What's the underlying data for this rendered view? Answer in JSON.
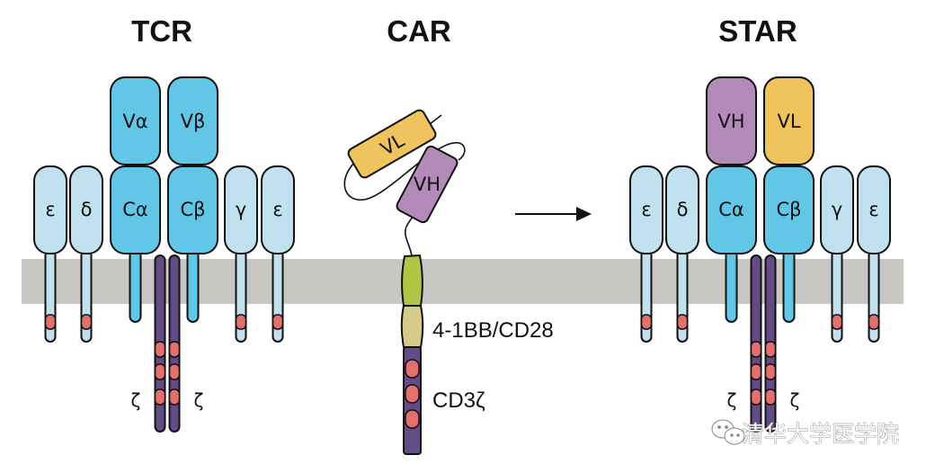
{
  "panels": {
    "tcr": {
      "title": "TCR",
      "top_domains": [
        "Vα",
        "Vβ"
      ],
      "lower_domains": [
        "ε",
        "δ",
        "Cα",
        "Cβ",
        "γ",
        "ε"
      ],
      "zeta_labels": [
        "ζ",
        "ζ"
      ]
    },
    "car": {
      "title": "CAR",
      "scfv_domains": [
        "VL",
        "VH"
      ],
      "costim_label": "4-1BB/CD28",
      "signaling_label": "CD3ζ"
    },
    "star": {
      "title": "STAR",
      "top_domains": [
        "VH",
        "VL"
      ],
      "lower_domains": [
        "ε",
        "δ",
        "Cα",
        "Cβ",
        "γ",
        "ε"
      ],
      "zeta_labels": [
        "ζ",
        "ζ"
      ]
    }
  },
  "arrow": {
    "direction": "right",
    "meaning": "CAR to STAR"
  },
  "watermark": {
    "icon": "wechat-icon",
    "text": "清华大学医学院"
  },
  "colors": {
    "membrane": "#c8c7c3",
    "cd3_light_blue": "#c2e1ee",
    "tcr_blue": "#62c6e7",
    "zeta_purple": "#634b85",
    "itam_red": "#e2716e",
    "vl_yellow": "#efc35d",
    "vh_purple": "#b38bb8",
    "tm_green": "#b1c444",
    "costim_tan": "#d6cb8a",
    "outline": "#111111"
  }
}
